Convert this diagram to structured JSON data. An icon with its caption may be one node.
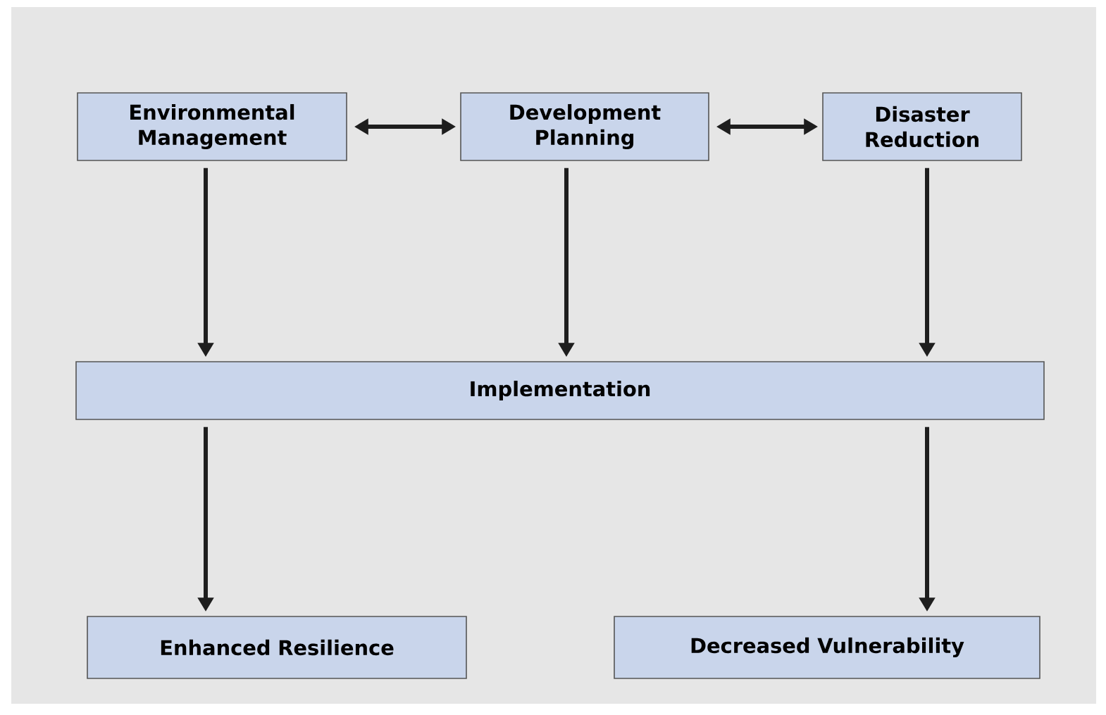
{
  "diagram": {
    "nodes": [
      {
        "text": [
          "Environmental Management"
        ]
      },
      {
        "text": [
          "Development Planning"
        ]
      },
      {
        "text": [
          "Disaster Reduction"
        ]
      },
      {
        "text": [
          "Implementation"
        ]
      },
      {
        "text": [
          "Enhanced Resilience"
        ]
      },
      {
        "text": [
          "Decreased Vulnerability"
        ]
      }
    ],
    "edges": [
      {
        "from": 0,
        "to": 1,
        "arrow": "both"
      },
      {
        "from": 1,
        "to": 2,
        "arrow": "both"
      },
      {
        "from": 0,
        "to": 3,
        "arrow": "to"
      },
      {
        "from": 1,
        "to": 3,
        "arrow": "to"
      },
      {
        "from": 2,
        "to": 3,
        "arrow": "to"
      },
      {
        "from": 3,
        "to": 4,
        "arrow": "to"
      },
      {
        "from": 3,
        "to": 5,
        "arrow": "to"
      }
    ]
  }
}
